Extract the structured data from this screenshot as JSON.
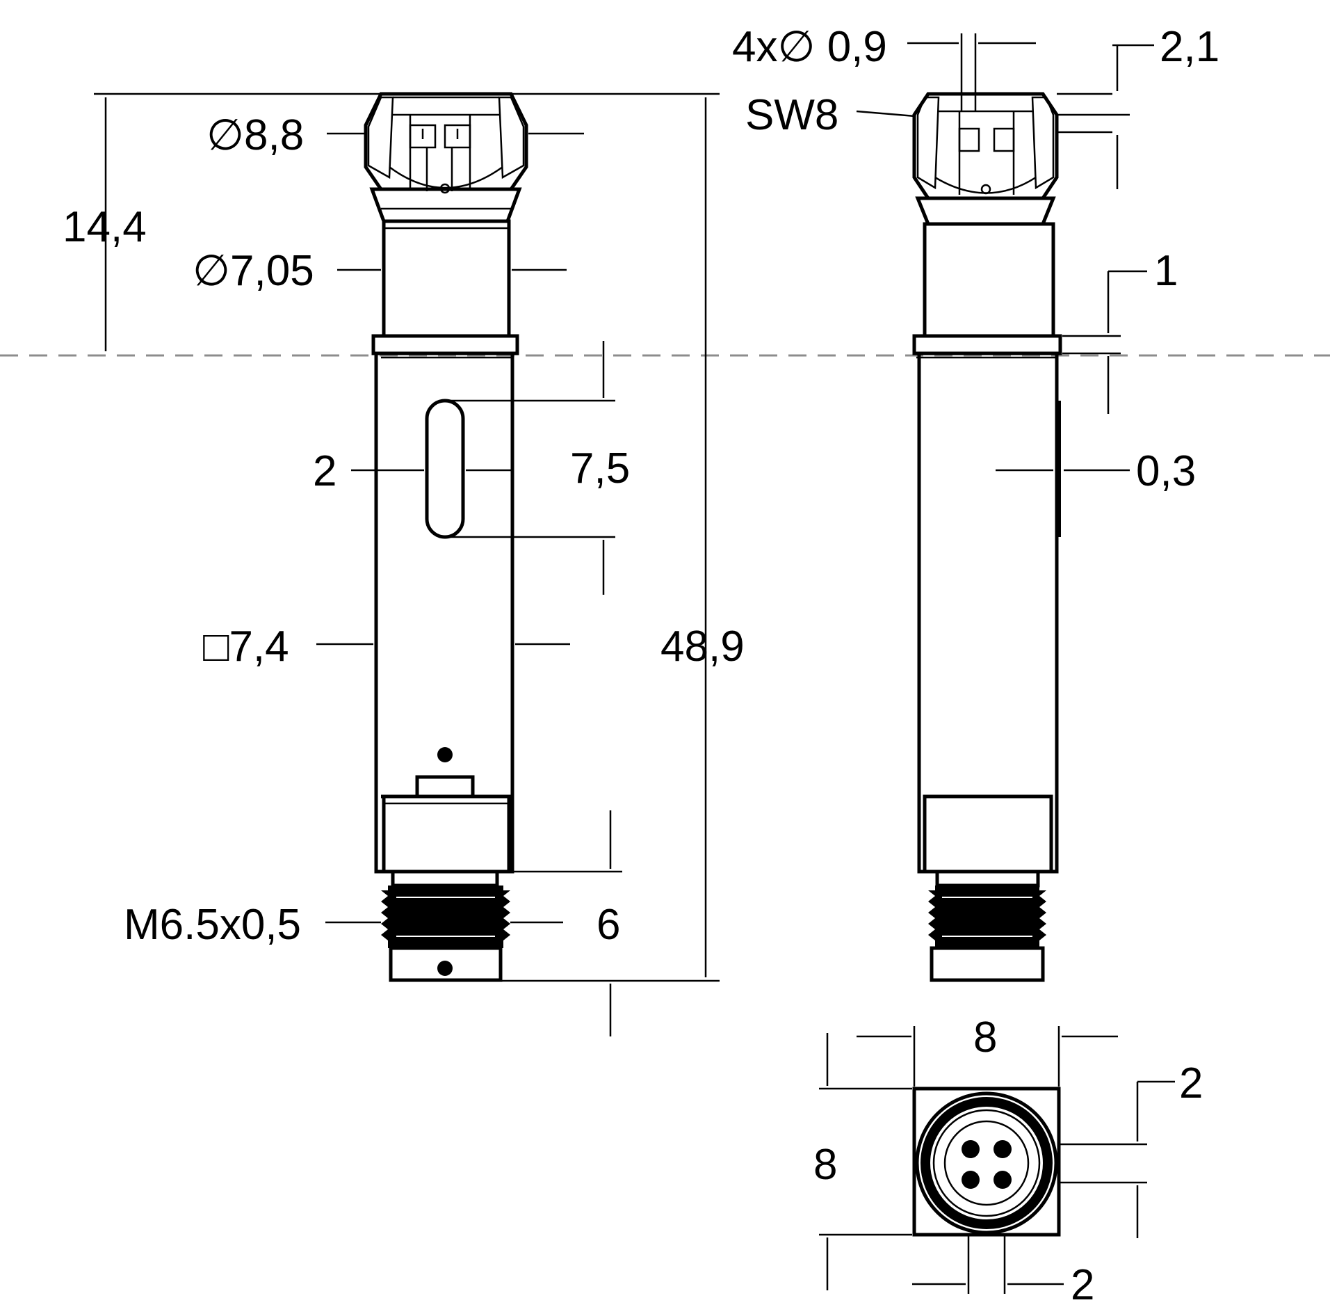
{
  "dimensions": {
    "pin_diameter": "4x∅ 0,9",
    "pin_offset": "2,1",
    "wrench_size": "SW8",
    "head_diameter": "∅8,8",
    "height_14": "14,4",
    "shaft_diameter": "∅7,05",
    "collar": "1",
    "slot_width": "2",
    "slot_length": "7,5",
    "flat": "0,3",
    "body_square": "□7,4",
    "total_length": "48,9",
    "thread": "M6.5x0,5",
    "thread_length": "6",
    "face_width": "8",
    "face_height": "8",
    "face_offset_right": "2",
    "face_offset_bottom": "2"
  },
  "colors": {
    "line": "#000000",
    "centerline": "#8c8c8c",
    "background": "#ffffff"
  }
}
